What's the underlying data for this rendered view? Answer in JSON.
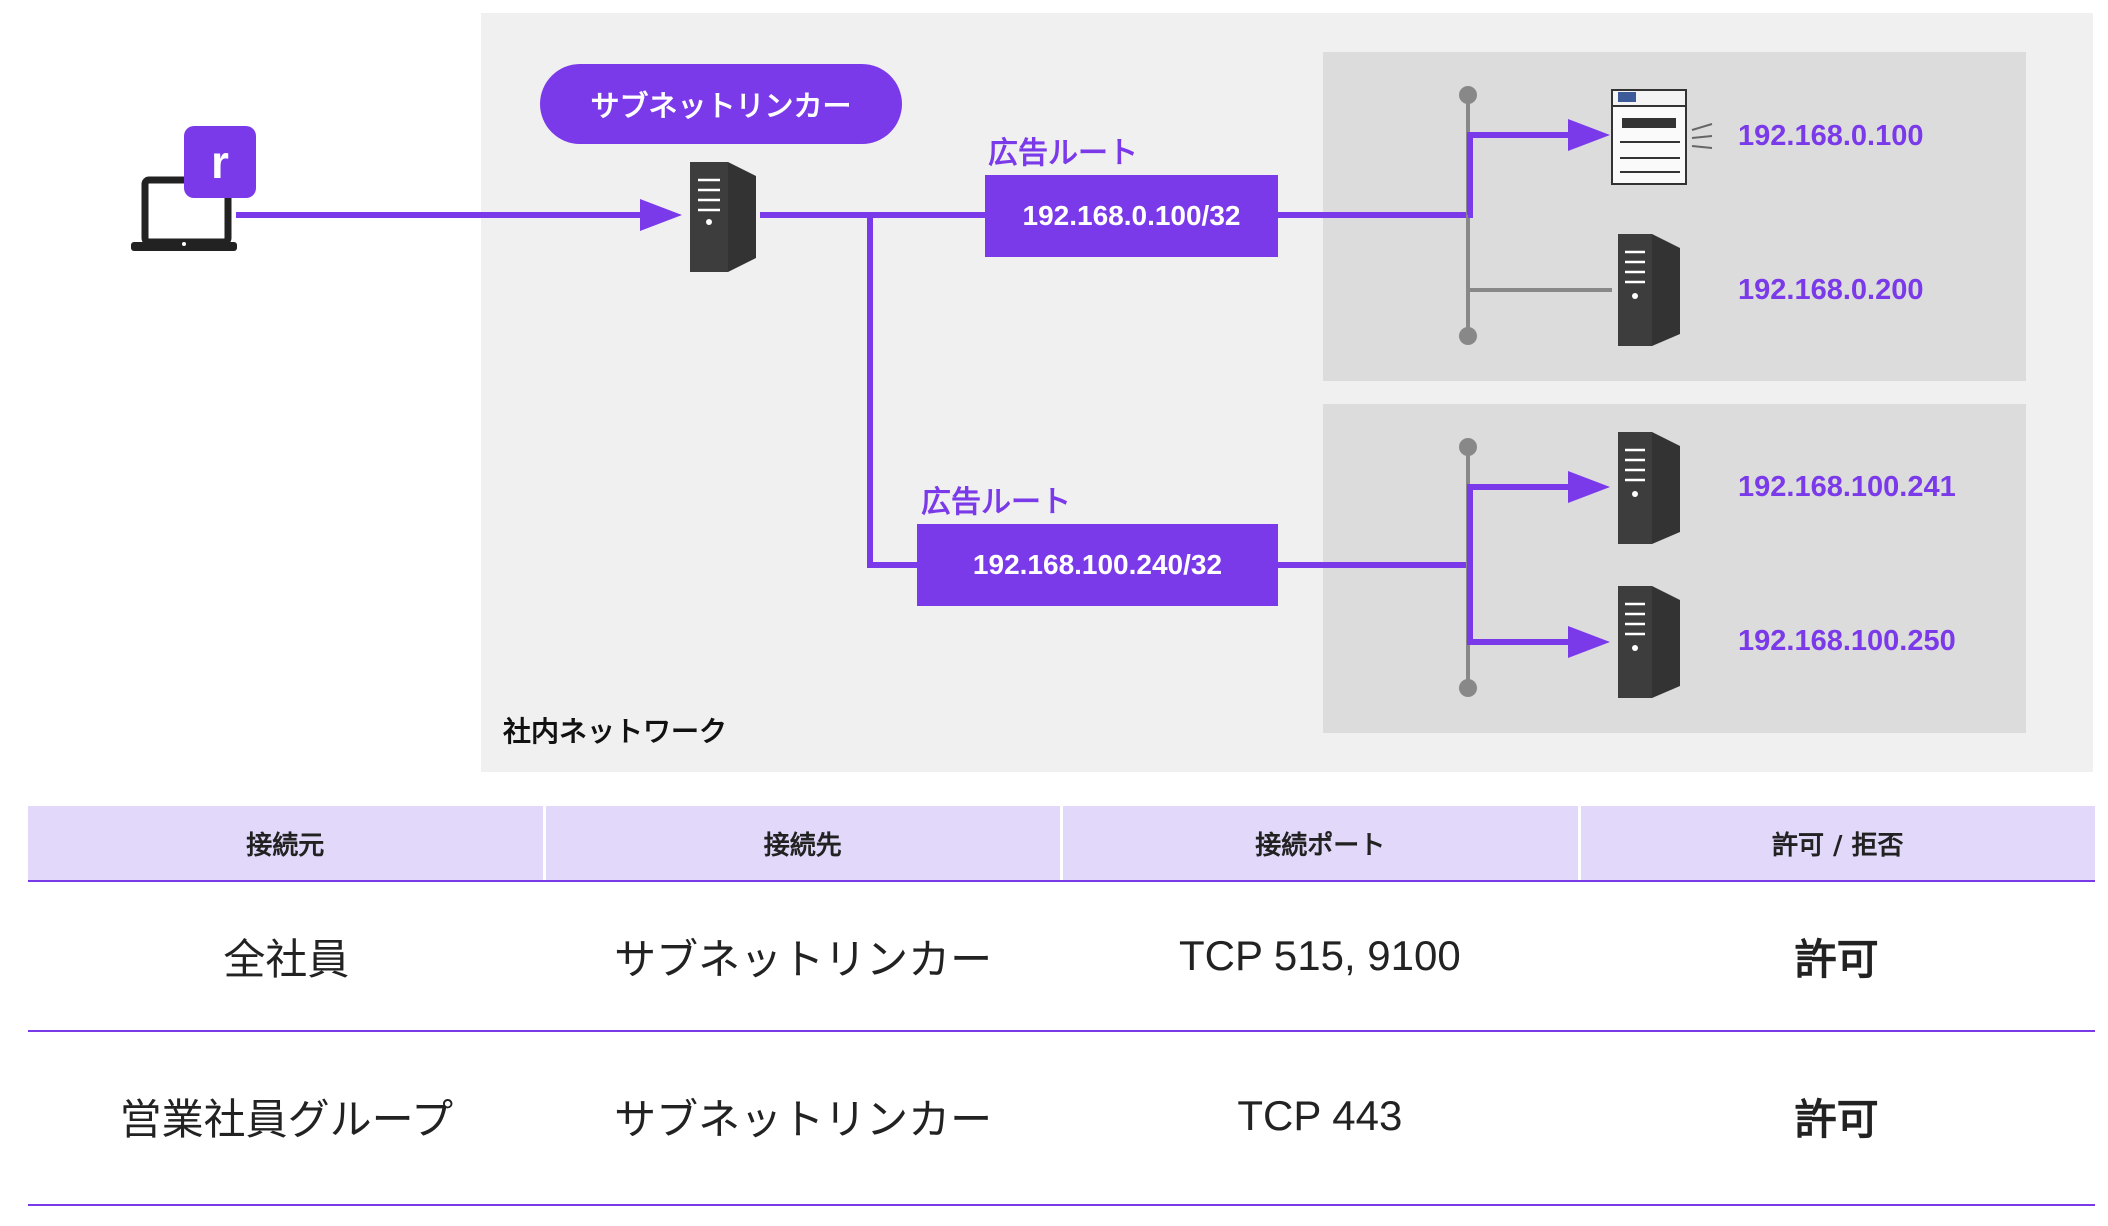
{
  "diagram": {
    "linker_label": "サブネットリンカー",
    "user_badge": "r",
    "network_label": "社内ネットワーク",
    "routes": [
      {
        "label": "広告ルート",
        "cidr": "192.168.0.100/32"
      },
      {
        "label": "広告ルート",
        "cidr": "192.168.100.240/32"
      }
    ],
    "hosts": [
      {
        "ip": "192.168.0.100",
        "device": "printer"
      },
      {
        "ip": "192.168.0.200",
        "device": "server"
      },
      {
        "ip": "192.168.100.241",
        "device": "server"
      },
      {
        "ip": "192.168.100.250",
        "device": "server"
      }
    ],
    "accent_color": "#7b3ae9"
  },
  "table": {
    "headers": [
      "接続元",
      "接続先",
      "接続ポート",
      "許可 / 拒否"
    ],
    "rows": [
      [
        "全社員",
        "サブネットリンカー",
        "TCP 515, 9100",
        "許可"
      ],
      [
        "営業社員グループ",
        "サブネットリンカー",
        "TCP 443",
        "許可"
      ]
    ]
  }
}
